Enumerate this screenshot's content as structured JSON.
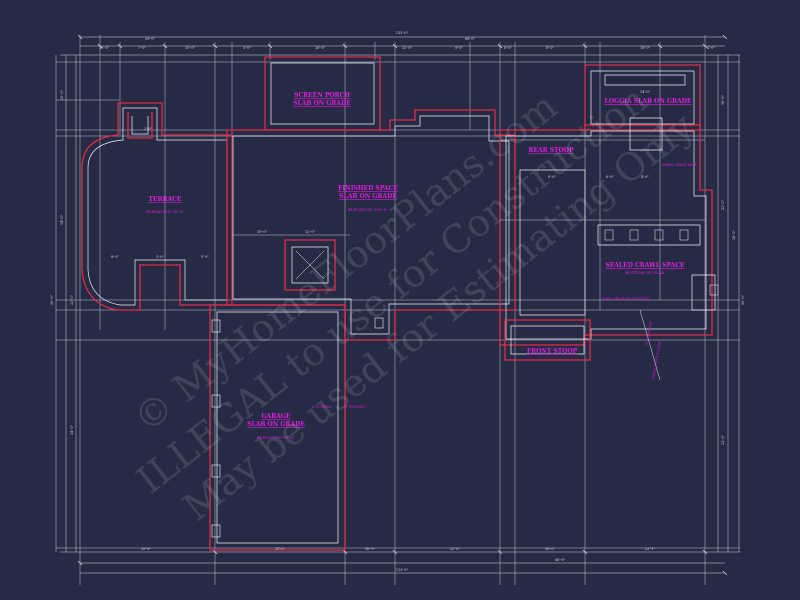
{
  "plan": {
    "rooms": [
      {
        "id": "screen-porch",
        "name_lines": [
          "SCREEN PORCH",
          "SLAB ON GRADE"
        ],
        "sub": ""
      },
      {
        "id": "loggia",
        "name_lines": [
          "LOGGIA SLAB ON GRADE"
        ],
        "sub": ""
      },
      {
        "id": "rear-stoop",
        "name_lines": [
          "REAR STOOP"
        ],
        "sub": ""
      },
      {
        "id": "terrace",
        "name_lines": [
          "TERRACE"
        ],
        "sub": "ELEVATION 98'-6\""
      },
      {
        "id": "finished-space",
        "name_lines": [
          "FINISHED SPACE",
          "SLAB ON GRADE"
        ],
        "sub": "ELEVATION 100'-0\""
      },
      {
        "id": "sealed-crawl-space",
        "name_lines": [
          "SEALED CRAWL SPACE"
        ],
        "sub": "BOTTOM OF SLAB"
      },
      {
        "id": "front-stoop",
        "name_lines": [
          "FRONT STOOP"
        ],
        "sub": ""
      },
      {
        "id": "garage",
        "name_lines": [
          "GARAGE",
          "SLAB ON GRADE"
        ],
        "sub": "ELEVATION 99'-6\""
      }
    ],
    "dimensions": {
      "top_overall": "133'-0\"",
      "top_upper": [
        "29'-0\"",
        "88'-0\""
      ],
      "top_chain": [
        "16'-0\"",
        "7'-0\"",
        "10'-0\"",
        "5'-0\"",
        "16'-0\"",
        "12'-0\"",
        "9'-0\"",
        "6'-0\"",
        "8'-0\"",
        "18'-0\"",
        "4'-0\""
      ],
      "bottom_chain": [
        "29'-6\"",
        "19'-0\"",
        "16'-0\"",
        "22'-8\"",
        "16'-0\"",
        "23'-1\""
      ],
      "bottom_overall": [
        "133'-0\"",
        "86'-0\""
      ],
      "left_overall": "90'-0\"",
      "right_overall": "90'-0\"",
      "left_chain": [
        "20'-0\"",
        "14'-0\"",
        "22'-0\"",
        "34'-0\""
      ],
      "right_chain": [
        "18'-0\"",
        "22'-0\"",
        "28'-0\"",
        "22'-0\""
      ],
      "interior": [
        "8'-0\"",
        "3'-0\"",
        "5'-0\"",
        "10'-0\"",
        "12'-0\"",
        "8'-0\"",
        "6'-0\"",
        "4'-0\"",
        "14'-0\"",
        "2'-0\""
      ]
    },
    "notes": {
      "footing_a": "4' FOOTING",
      "footing_b": "4' FOOTING",
      "stoop_note": "CRAWL SPACE FOUNDATION",
      "crawl_note": "CRAWL SPACE WALL",
      "cross_note_1": "FOUNDATION",
      "cross_note_2": "CRAWL SPACE ACCESS"
    },
    "watermark": {
      "line1": "© MyHomeFloorPlans.com",
      "line2": "ILLEGAL to use for Construction",
      "line3": "May be used for Estimating Only"
    },
    "colors": {
      "background": "#262a45",
      "outer_wall": "#e02c4a",
      "inner_wall": "#f2f2f8",
      "label": "#e21ee0"
    }
  }
}
